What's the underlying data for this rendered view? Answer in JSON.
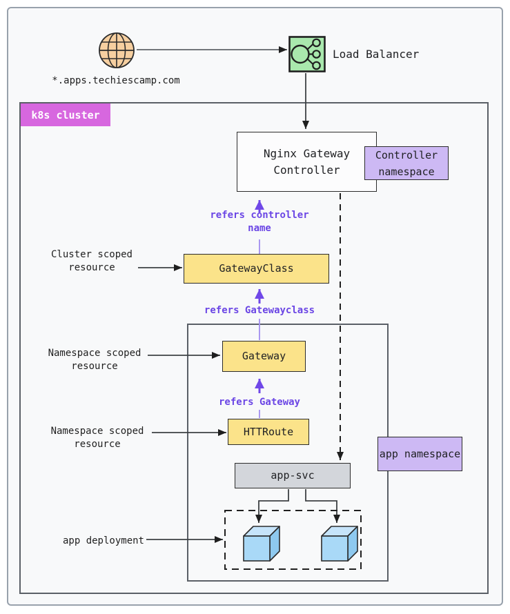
{
  "external": {
    "domain_label": "*.apps.techiescamp.com",
    "load_balancer_label": "Load Balancer"
  },
  "cluster": {
    "badge": "k8s cluster",
    "controller_box": "Nginx Gateway Controller",
    "controller_namespace_badge": "Controller namespace",
    "gateway_class_box": "GatewayClass",
    "gateway_box": "Gateway",
    "http_route_box": "HTTRoute",
    "service_box": "app-svc",
    "app_namespace_badge": "app namespace"
  },
  "annotations": {
    "refers_controller_name": "refers controller name",
    "refers_gatewayclass": "refers Gatewayclass",
    "refers_gateway": "refers Gateway"
  },
  "side_labels": [
    {
      "label": "Cluster scoped resource"
    },
    {
      "label": "Namespace scoped resource"
    },
    {
      "label": "Namespace scoped resource"
    },
    {
      "label": "app deployment"
    }
  ],
  "icons": {
    "globe": "internet-globe-icon",
    "load_balancer": "load-balancer-icon",
    "pod": "pod-cube-icon"
  },
  "colors": {
    "yellow_resource": "#FBE38A",
    "purple_namespace": "#CDB9F4",
    "magenta_cluster_badge": "#D767DF",
    "green_load_balancer": "#A9E8AD",
    "tan_globe": "#F6CFA0",
    "blue_pod": "#A9D9F7",
    "gray_service": "#D3D6DB",
    "purple_arrow": "#7048E8"
  }
}
